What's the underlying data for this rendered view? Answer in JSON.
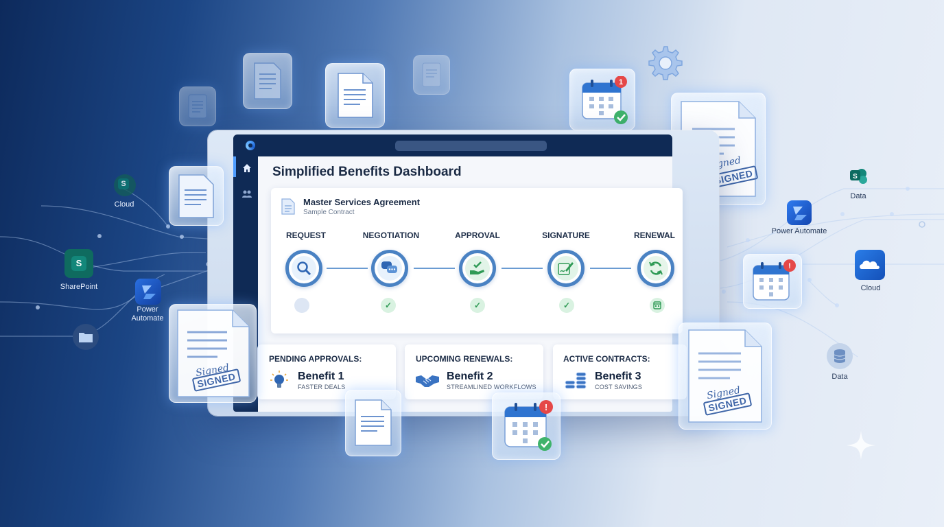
{
  "dashboard": {
    "title": "Simplified Benefits Dashboard",
    "contract": {
      "title": "Master Services Agreement",
      "subtitle": "Sample Contract"
    },
    "stages": [
      {
        "label": "REQUEST",
        "icon": "magnifier-icon",
        "status": "pending"
      },
      {
        "label": "NEGOTIATION",
        "icon": "chat-bubbles-icon",
        "status": "done"
      },
      {
        "label": "APPROVAL",
        "icon": "approval-hand-check-icon",
        "status": "done"
      },
      {
        "label": "SIGNATURE",
        "icon": "signature-pen-icon",
        "status": "done"
      },
      {
        "label": "RENEWAL",
        "icon": "refresh-icon",
        "status": "calendar"
      }
    ],
    "kpis": [
      {
        "heading": "PENDING APPROVALS:",
        "value": "Benefit 1",
        "sub": "FASTER DEALS",
        "icon": "lightbulb-icon"
      },
      {
        "heading": "UPCOMING RENEWALS:",
        "value": "Benefit 2",
        "sub": "STREAMLINED WORKFLOWS",
        "icon": "handshake-icon"
      },
      {
        "heading": "ACTIVE CONTRACTS:",
        "value": "Benefit 3",
        "sub": "COST SAVINGS",
        "icon": "coin-stack-icon"
      }
    ]
  },
  "integrations": {
    "left": {
      "cloud": "Cloud",
      "sharepoint": "SharePoint",
      "power_automate_line1": "Power",
      "power_automate_line2": "Automate"
    },
    "right": {
      "data_top": "Data",
      "power_automate": "Power Automate",
      "cloud": "Cloud",
      "data_bottom": "Data"
    }
  },
  "documents": {
    "stamp_text": "SIGNED",
    "signature_text": "Signed"
  },
  "colors": {
    "accent": "#4a82c3",
    "success": "#2f9a55",
    "alert": "#e54848",
    "navy": "#0f2a55"
  }
}
